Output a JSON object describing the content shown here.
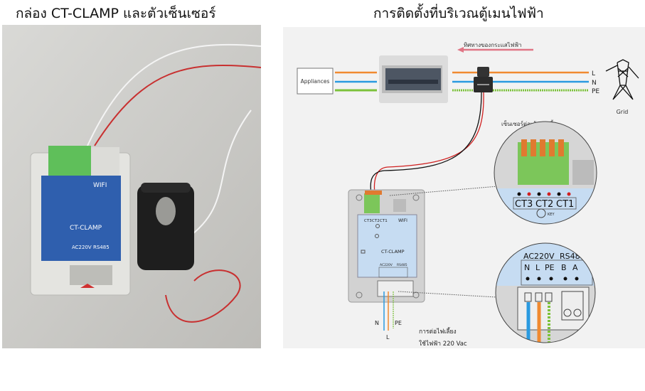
{
  "left_panel": {
    "title": "กล่อง CT-CLAMP และตัวเซ็นเซอร์",
    "device_labels": {
      "wifi": "WIFI",
      "model": "CT-CLAMP",
      "ac": "AC220V",
      "rs": "RS485"
    }
  },
  "right_panel": {
    "title": "การติดตั้งที่บริเวณตู้เมนไฟฟ้า",
    "current_direction": "ทิศทางของกระแสไฟฟ้า",
    "appliances": "Appliances",
    "lines": [
      "L",
      "N",
      "PE"
    ],
    "grid": "Grid",
    "sensor_note": "เซ็นเซอร์ต่อเข้าช่องนี้",
    "ct_ports": [
      "CT3",
      "CT2",
      "CT1"
    ],
    "wifi": "WIFI",
    "key": "KEY",
    "device_name": "CT-CLAMP",
    "ac_label": "AC220V",
    "rs_label": "RS485",
    "rs_label_cropped": "RS48",
    "terminals": [
      "N",
      "L",
      "PE",
      "B",
      "A"
    ],
    "wire_labels": {
      "n": "N",
      "l": "L",
      "pe": "PE"
    },
    "power_note_1": "การต่อไฟเลี้ยง",
    "power_note_2": "ใช้ไฟฟ้า 220 Vac"
  },
  "colors": {
    "live": "#f08a30",
    "neutral": "#2a9ae0",
    "earth": "#7cc13a",
    "arrow": "#e07585",
    "panel_blue": "#c6dcf2"
  }
}
